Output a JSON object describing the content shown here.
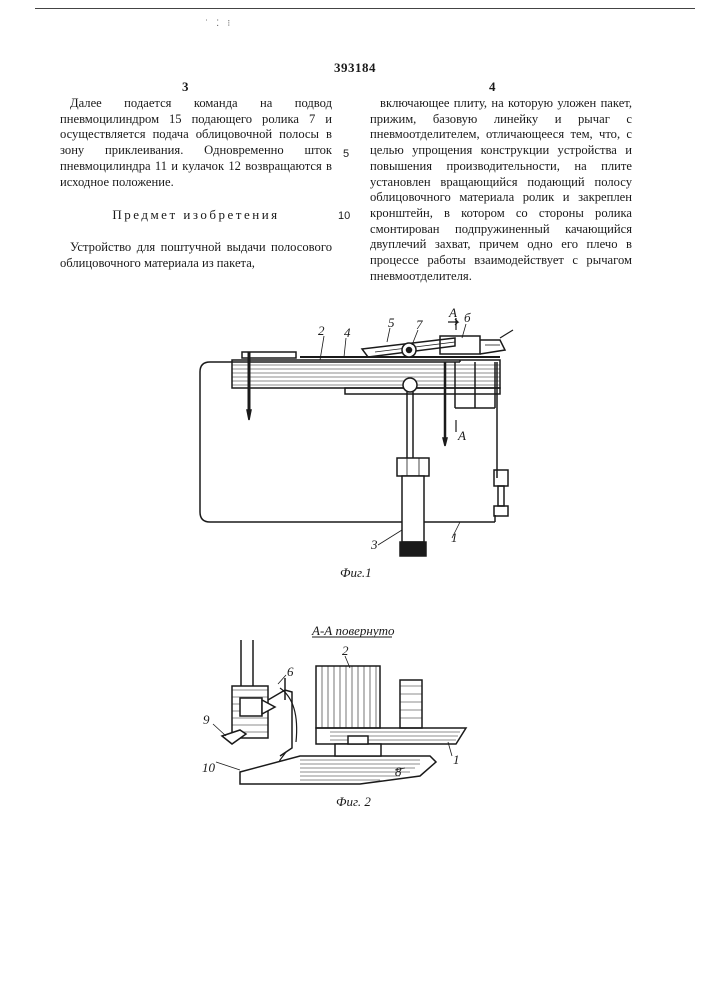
{
  "header": {
    "patent_number": "393184",
    "left_column_number": "3",
    "right_column_number": "4"
  },
  "left_column": {
    "paragraph_1": "Далее подается команда на подвод пневмоцилиндром 15 подающего ролика 7 и осуществляется подача облицовочной полосы в зону приклеивания. Одновременно шток пневмоцилиндра 11 и кулачок 12 возвращаются в исходное положение.",
    "heading": "Предмет изобретения",
    "paragraph_2": "Устройство для поштучной выдачи полосового облицовочного материала из пакета,"
  },
  "right_column": {
    "paragraph": "включающее плиту, на которую уложен пакет, прижим, базовую линейку и рычаг с пневмоотделителем, отличающееся тем, что, с целью упрощения конструкции устройства и повышения производительности, на плите установлен вращающийся подающий полосу облицовочного материала ролик и закреплен кронштейн, в котором со стороны ролика смонтирован подпружиненный качающийся двуплечий захват, причем одно его плечо в процессе работы взаимодействует с рычагом пневмоотделителя."
  },
  "line_numbers": [
    "5",
    "10"
  ],
  "figure_1": {
    "caption": "Фиг.1",
    "labels": {
      "l1": "1",
      "l2": "2",
      "l3": "3",
      "l4": "4",
      "l5": "5",
      "l6": "б",
      "l7": "7",
      "section_top": "А",
      "section_bottom": "А"
    }
  },
  "figure_2": {
    "caption": "Фиг. 2",
    "section_title": "А-А повернуто",
    "labels": {
      "l1": "1",
      "l2": "2",
      "l6": "6",
      "l8": "8",
      "l9": "9",
      "l10": "10"
    }
  }
}
